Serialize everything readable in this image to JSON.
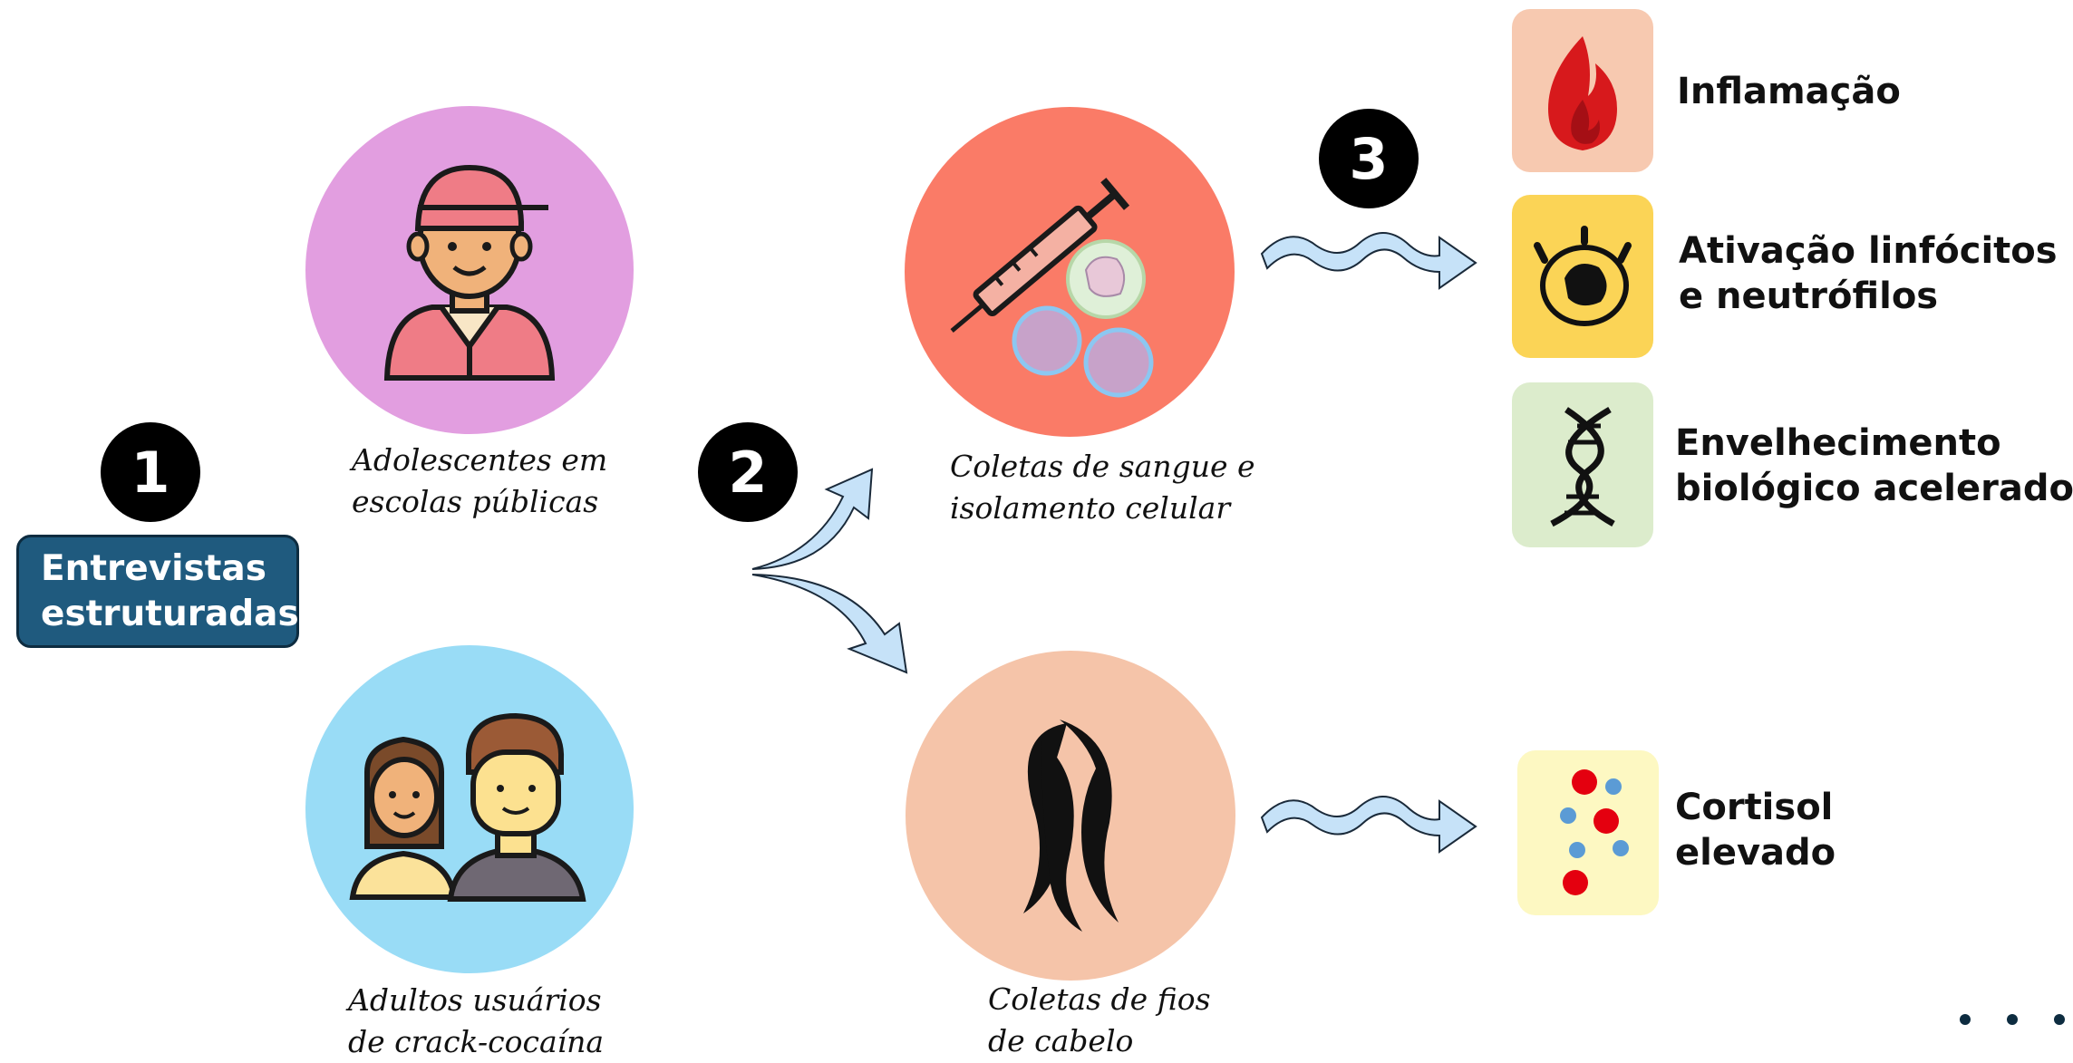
{
  "steps": [
    "1",
    "2",
    "3"
  ],
  "interviews": {
    "line1": "Entrevistas",
    "line2": "estruturadas"
  },
  "groups": {
    "adolescents": {
      "line1": "Adolescentes em",
      "line2": "escolas públicas",
      "color": "#e29ee0"
    },
    "adults": {
      "line1": "Adultos usuários",
      "line2": "de crack-cocaína",
      "color": "#99dcf6"
    }
  },
  "collections": {
    "blood": {
      "line1": "Coletas de sangue e",
      "line2": "isolamento celular",
      "color": "#fa7b67"
    },
    "hair": {
      "line1": "Coletas de fios",
      "line2": "de cabelo",
      "color": "#f5c4a9"
    }
  },
  "outcomes": {
    "inflammation": {
      "label": "Inflamação",
      "color": "#f7c9b0",
      "icon": "flame-icon"
    },
    "activation": {
      "line1": "Ativação linfócitos",
      "line2": "e neutrófilos",
      "color": "#fbd456",
      "icon": "cell-burst-icon"
    },
    "aging": {
      "line1": "Envelhecimento",
      "line2": "biológico acelerado",
      "color": "#dceccc",
      "icon": "dna-icon"
    },
    "cortisol": {
      "line1": "Cortisol",
      "line2": "elevado",
      "color": "#fdf8c2",
      "icon": "particles-icon"
    }
  },
  "colors": {
    "arrow": "#c6e2f8",
    "arrow_stroke": "#1a2a3a",
    "dark": "#000000"
  }
}
